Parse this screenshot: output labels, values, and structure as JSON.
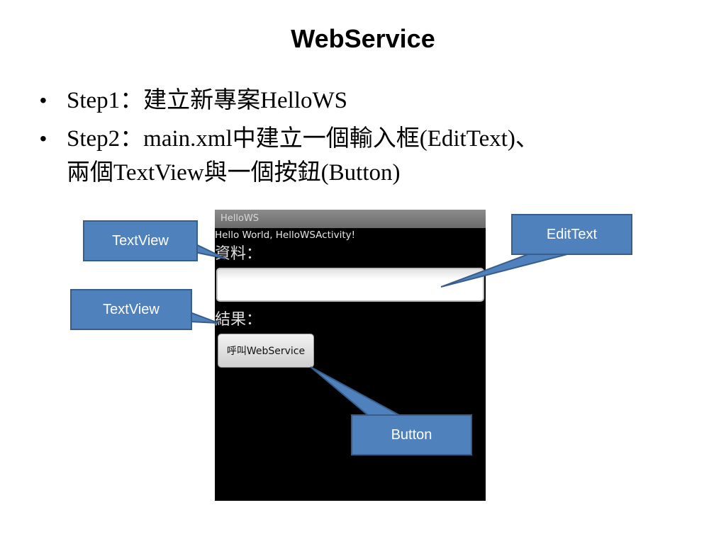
{
  "slide": {
    "title": "WebService",
    "bullets": [
      {
        "marker": "•",
        "lines": [
          "Step1：建立新專案HelloWS"
        ]
      },
      {
        "marker": "•",
        "lines": [
          "Step2：main.xml中建立一個輸入框(EditText)、",
          "兩個TextView與一個按鈕(Button)"
        ]
      }
    ]
  },
  "phone": {
    "app_title": "HelloWS",
    "hello_text": "Hello World, HelloWSActivity!",
    "data_label": "資料：",
    "edit_value": "",
    "result_label": "結果：",
    "button_label": "呼叫WebService"
  },
  "callouts": {
    "textview_top": "TextView",
    "textview_bottom": "TextView",
    "edittext": "EditText",
    "button": "Button"
  },
  "colors": {
    "callout_fill": "#4f81bd",
    "callout_border": "#385d8a",
    "phone_bg": "#000000"
  }
}
